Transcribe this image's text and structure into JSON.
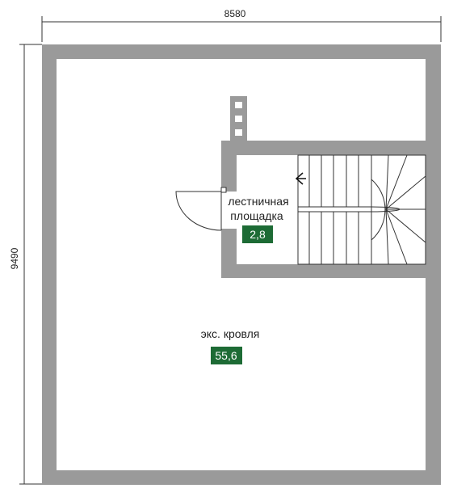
{
  "dimensions": {
    "width_label": "8580",
    "height_label": "9490"
  },
  "rooms": {
    "landing": {
      "name_line1": "лестничная",
      "name_line2": "площадка",
      "area": "2,8"
    },
    "roof": {
      "name": "экс. кровля",
      "area": "55,6"
    }
  },
  "colors": {
    "wall": "#9a9a9a",
    "area_badge": "#1d6b35",
    "line": "#333333"
  }
}
